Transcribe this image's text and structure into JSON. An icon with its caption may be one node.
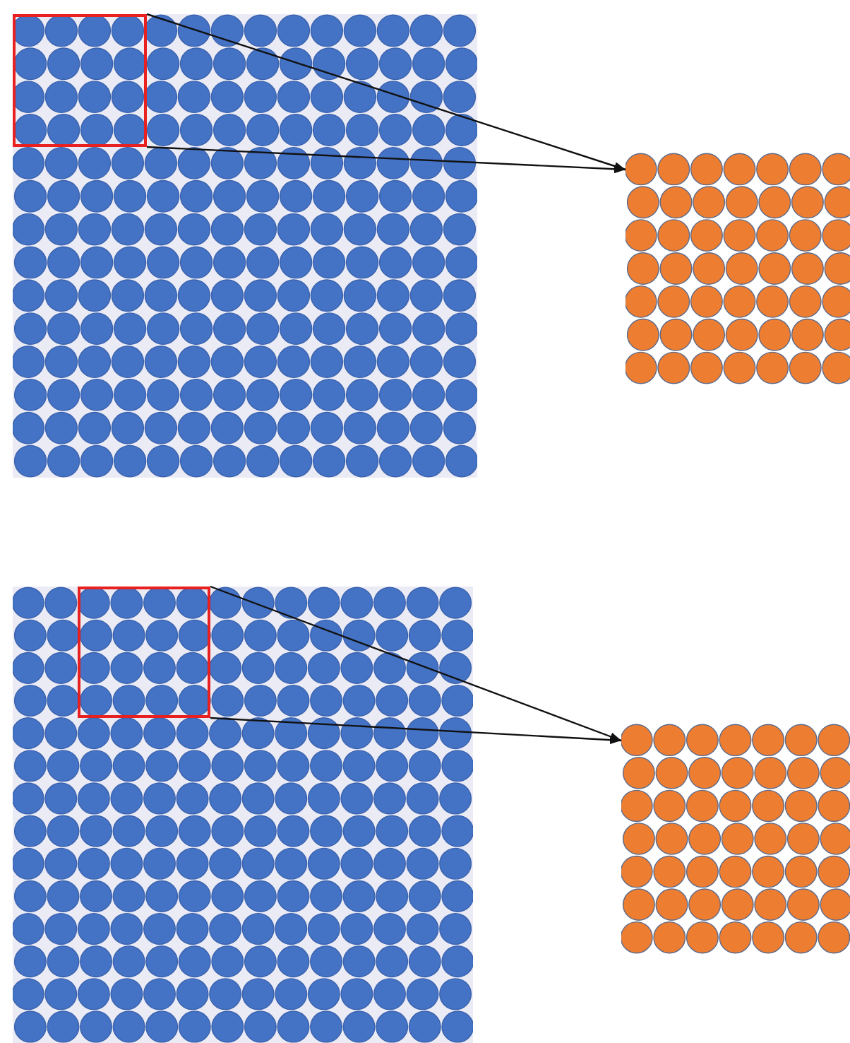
{
  "diagram": {
    "nodes": [
      {
        "text": [],
        "shape": "picture"
      },
      {
        "text": [],
        "shape": "box",
        "in": 0
      },
      {
        "text": [],
        "shape": "picture"
      },
      {
        "text": [],
        "shape": "picture"
      },
      {
        "text": [],
        "shape": "box",
        "in": 3
      },
      {
        "text": [],
        "shape": "picture"
      }
    ],
    "edges": [
      {
        "from": 1,
        "to": 2,
        "arrow": "to"
      },
      {
        "from": 1,
        "to": 2,
        "arrow": "to"
      },
      {
        "from": 4,
        "to": 5,
        "arrow": "to"
      },
      {
        "from": 4,
        "to": 5,
        "arrow": "to"
      }
    ]
  }
}
